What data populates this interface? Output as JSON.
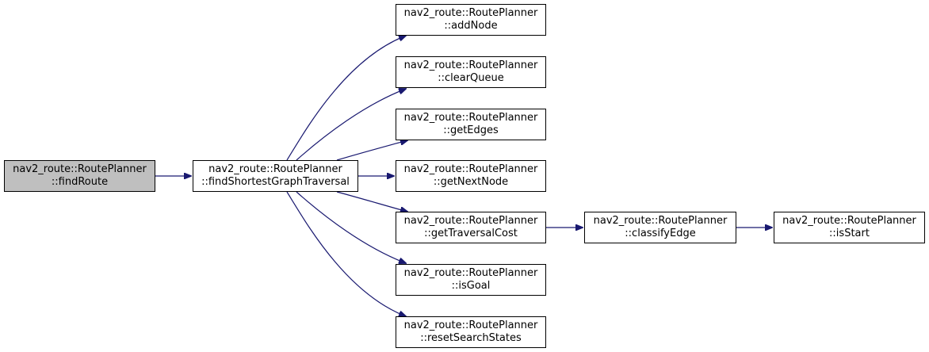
{
  "colors": {
    "edge": "#191970",
    "current_fill": "#bfbfbf",
    "border": "#000000"
  },
  "nodes": {
    "findRoute": {
      "line1": "nav2_route::RoutePlanner",
      "line2": "::findRoute"
    },
    "findShortest": {
      "line1": "nav2_route::RoutePlanner",
      "line2": "::findShortestGraphTraversal"
    },
    "addNode": {
      "line1": "nav2_route::RoutePlanner",
      "line2": "::addNode"
    },
    "clearQueue": {
      "line1": "nav2_route::RoutePlanner",
      "line2": "::clearQueue"
    },
    "getEdges": {
      "line1": "nav2_route::RoutePlanner",
      "line2": "::getEdges"
    },
    "getNextNode": {
      "line1": "nav2_route::RoutePlanner",
      "line2": "::getNextNode"
    },
    "getTraversal": {
      "line1": "nav2_route::RoutePlanner",
      "line2": "::getTraversalCost"
    },
    "isGoal": {
      "line1": "nav2_route::RoutePlanner",
      "line2": "::isGoal"
    },
    "resetSearch": {
      "line1": "nav2_route::RoutePlanner",
      "line2": "::resetSearchStates"
    },
    "classifyEdge": {
      "line1": "nav2_route::RoutePlanner",
      "line2": "::classifyEdge"
    },
    "isStart": {
      "line1": "nav2_route::RoutePlanner",
      "line2": "::isStart"
    }
  },
  "edges": [
    {
      "from": "findRoute",
      "to": "findShortest"
    },
    {
      "from": "findShortest",
      "to": "addNode"
    },
    {
      "from": "findShortest",
      "to": "clearQueue"
    },
    {
      "from": "findShortest",
      "to": "getEdges"
    },
    {
      "from": "findShortest",
      "to": "getNextNode"
    },
    {
      "from": "findShortest",
      "to": "getTraversal"
    },
    {
      "from": "findShortest",
      "to": "isGoal"
    },
    {
      "from": "findShortest",
      "to": "resetSearch"
    },
    {
      "from": "getTraversal",
      "to": "classifyEdge"
    },
    {
      "from": "classifyEdge",
      "to": "isStart"
    }
  ]
}
